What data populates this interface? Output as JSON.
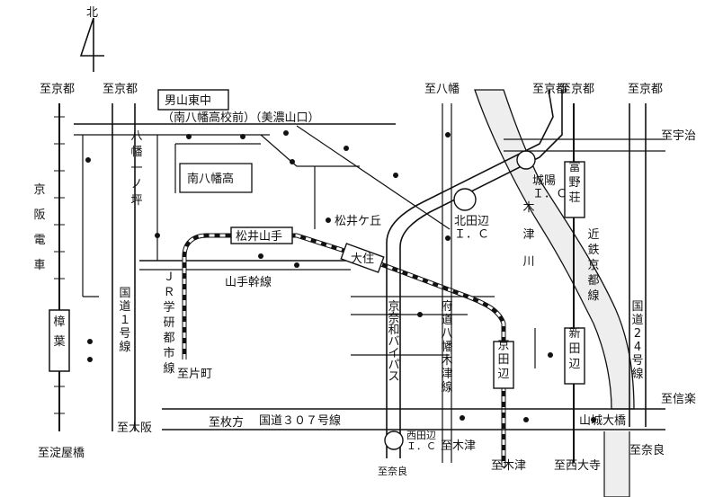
{
  "north": "北",
  "top_labels": {
    "kyoto_left1": "至京都",
    "kyoto_left2": "至京都",
    "yawata": "至八幡",
    "kyoto_mid": "至京都",
    "kyoto_right1": "至京都",
    "kyoto_right2": "至京都",
    "uji": "至宇治"
  },
  "bottom_labels": {
    "yodoyabashi": "至淀屋橋",
    "osaka": "至大阪",
    "katamachi": "至片町",
    "hirakata": "至枚方",
    "nara_mid": "至奈良",
    "kizu1": "至木津",
    "kizu2": "至木津",
    "nishiojidera": "至西大寺",
    "nara_right": "至奈良",
    "shigaraki": "至信楽"
  },
  "places": {
    "school_box": "男山東中",
    "school_sub": "（南八幡高校前）（美濃山口）",
    "minami_yawata": "南八幡高",
    "matsuigaoka": "松井ケ丘",
    "kitatanabe_ic": "北田辺\nＩ．Ｃ",
    "joyo_ic": "城陽\nＩ．Ｃ",
    "nishitanabe_ic": "西田辺\nＩ．Ｃ",
    "yamashiro_ohashi": "山城大橋"
  },
  "stations": {
    "matsui_yamate": "松井山手",
    "daiju": "大住",
    "kusuha": "樟葉",
    "shintanabe": "新田辺",
    "kyotanabe": "京田辺",
    "tomino": "富野荘"
  },
  "roads": {
    "yawata_ichinotsubo": "八幡一ノ坪",
    "route1": "国道１号線",
    "yamate": "山手幹線",
    "keinawa": "京奈和バイパス",
    "fudou_yawata_kizu": "府道八幡木津線",
    "route307": "国道３０７号線",
    "route24": "国道24号線",
    "kizu_river": "木津川"
  },
  "railways": {
    "keihan": "京阪電車",
    "jr_gakken": "ＪＲ学研都市線",
    "kintetsu": "近鉄京都線"
  }
}
